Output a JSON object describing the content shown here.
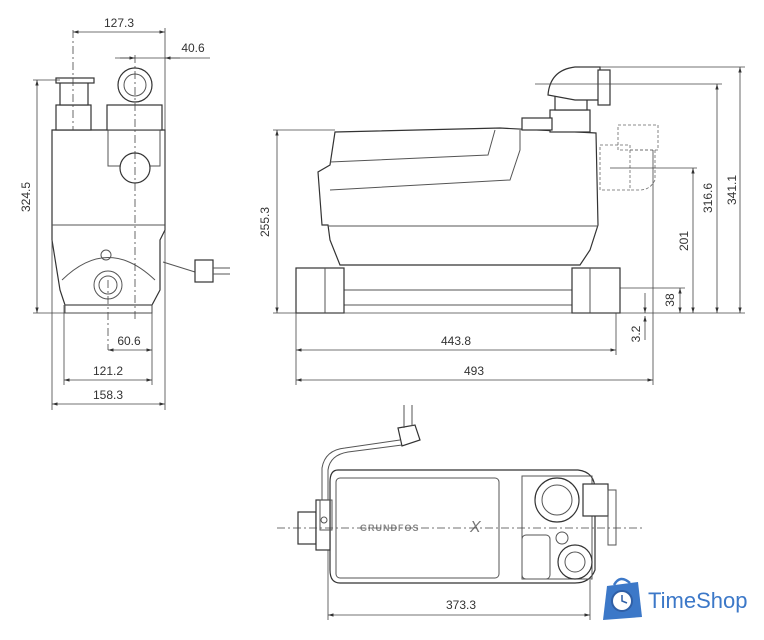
{
  "front_view": {
    "dimensions": {
      "top_width": "127.3",
      "outlet_offset": "40.6",
      "height": "324.5",
      "half_base": "60.6",
      "base": "121.2",
      "width": "158.3"
    }
  },
  "side_view": {
    "dimensions": {
      "body_height": "255.3",
      "inlet_spacing": "443.8",
      "length": "493",
      "side_inlet_height": "201",
      "bottom_inlet_height": "38",
      "foot_clearance": "3.2",
      "outlet_center_height": "316.6",
      "total_height": "341.1"
    }
  },
  "top_view": {
    "brand": "GRUNDFOS",
    "brand_mark": "X",
    "dimensions": {
      "length": "373.3"
    }
  },
  "watermark": {
    "text": "TimeShop",
    "icon": "shopping-bag-clock-icon",
    "color": "#3c78c8"
  }
}
